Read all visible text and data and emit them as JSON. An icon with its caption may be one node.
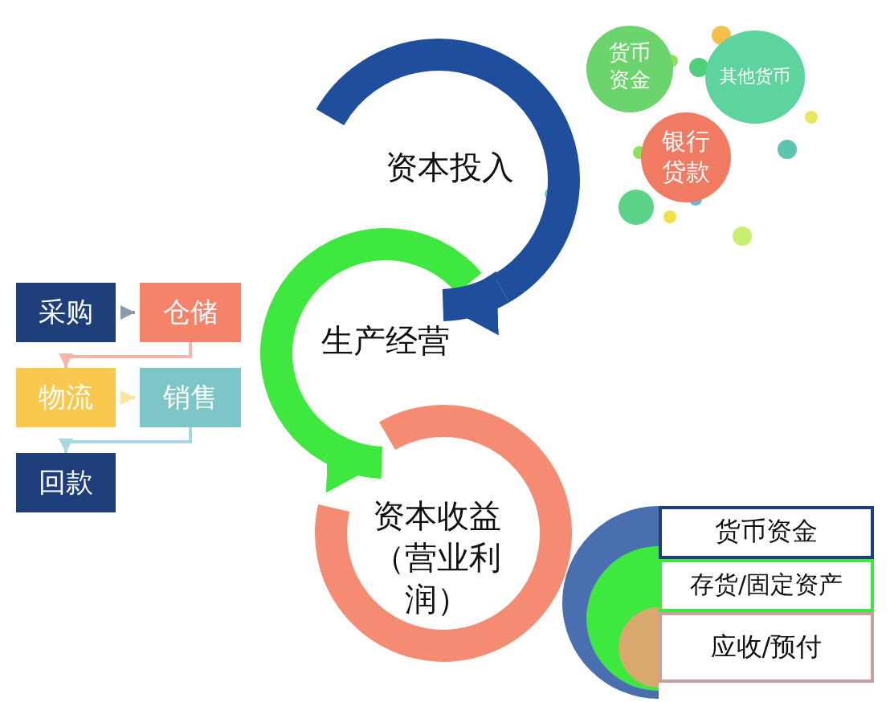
{
  "diagram": {
    "nodes": [
      {
        "text": [
          "资本投入"
        ]
      },
      {
        "text": [
          "生产经营"
        ]
      },
      {
        "text": [
          "资本收益（营业利润）"
        ]
      },
      {
        "text": [
          "采购"
        ]
      },
      {
        "text": [
          "仓储"
        ]
      },
      {
        "text": [
          "物流"
        ]
      },
      {
        "text": [
          "销售"
        ]
      },
      {
        "text": [
          "回款"
        ]
      },
      {
        "text": [
          "货币资金"
        ]
      },
      {
        "text": [
          "其他货币"
        ]
      },
      {
        "text": [
          "银行贷款"
        ]
      },
      {
        "text": [
          "货币资金"
        ]
      },
      {
        "text": [
          "存货/固定资产"
        ]
      },
      {
        "text": [
          "应收/预付"
        ]
      }
    ],
    "edges": [
      {
        "from": 0,
        "to": 1,
        "arrow": "to",
        "style": "thick",
        "color": "#1f4e9c"
      },
      {
        "from": 1,
        "to": 2,
        "arrow": "to",
        "style": "thick",
        "color": "#3ee83e"
      },
      {
        "from": 3,
        "to": 4,
        "arrow": "to",
        "color": "#8a9bb0"
      },
      {
        "from": 4,
        "to": 5,
        "arrow": "to",
        "color": "#f4b6ac"
      },
      {
        "from": 5,
        "to": 6,
        "arrow": "to",
        "color": "#fbe3a0"
      },
      {
        "from": 6,
        "to": 7,
        "arrow": "to",
        "color": "#a9d6e0"
      }
    ]
  }
}
